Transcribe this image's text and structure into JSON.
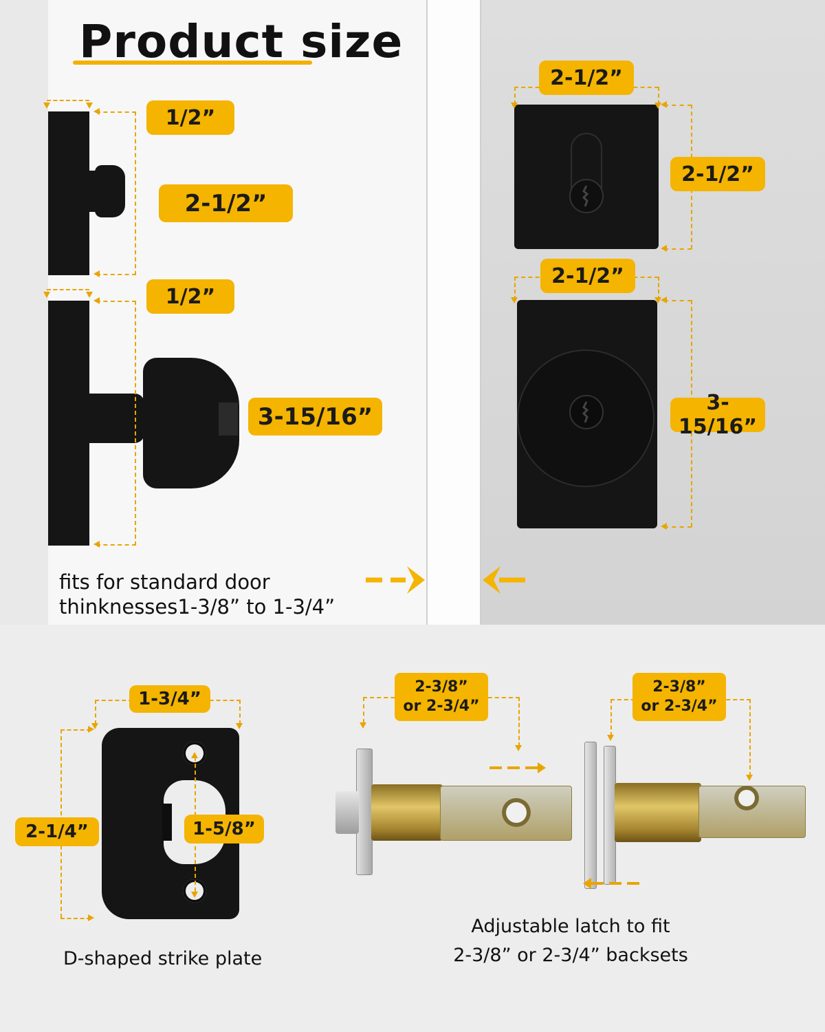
{
  "header": {
    "title": "Product size"
  },
  "deadbolt_side": {
    "thickness": "1/2”",
    "height": "2-1/2”"
  },
  "knob_side": {
    "thickness": "1/2”",
    "height": "3-15/16”"
  },
  "deadbolt_front": {
    "width": "2-1/2”",
    "height": "2-1/2”"
  },
  "knob_front": {
    "width": "2-1/2”",
    "height": "3-15/16”"
  },
  "door_fit": {
    "line1": "fits for standard door",
    "line2": "thinknesses1-3/8” to 1-3/4”"
  },
  "strike_plate": {
    "width": "1-3/4”",
    "height": "2-1/4”",
    "hole_spacing": "1-5/8”",
    "caption": "D-shaped strike plate"
  },
  "latch_a": {
    "backset_line1": "2-3/8”",
    "backset_line2": "or 2-3/4”"
  },
  "latch_b": {
    "backset_line1": "2-3/8”",
    "backset_line2": "or 2-3/4”"
  },
  "latch_caption": {
    "line1": "Adjustable latch to fit",
    "line2": "2-3/8” or 2-3/4” backsets"
  },
  "colors": {
    "accent": "#f4b400",
    "hardware": "#151515",
    "brass": "#c9a43a"
  }
}
